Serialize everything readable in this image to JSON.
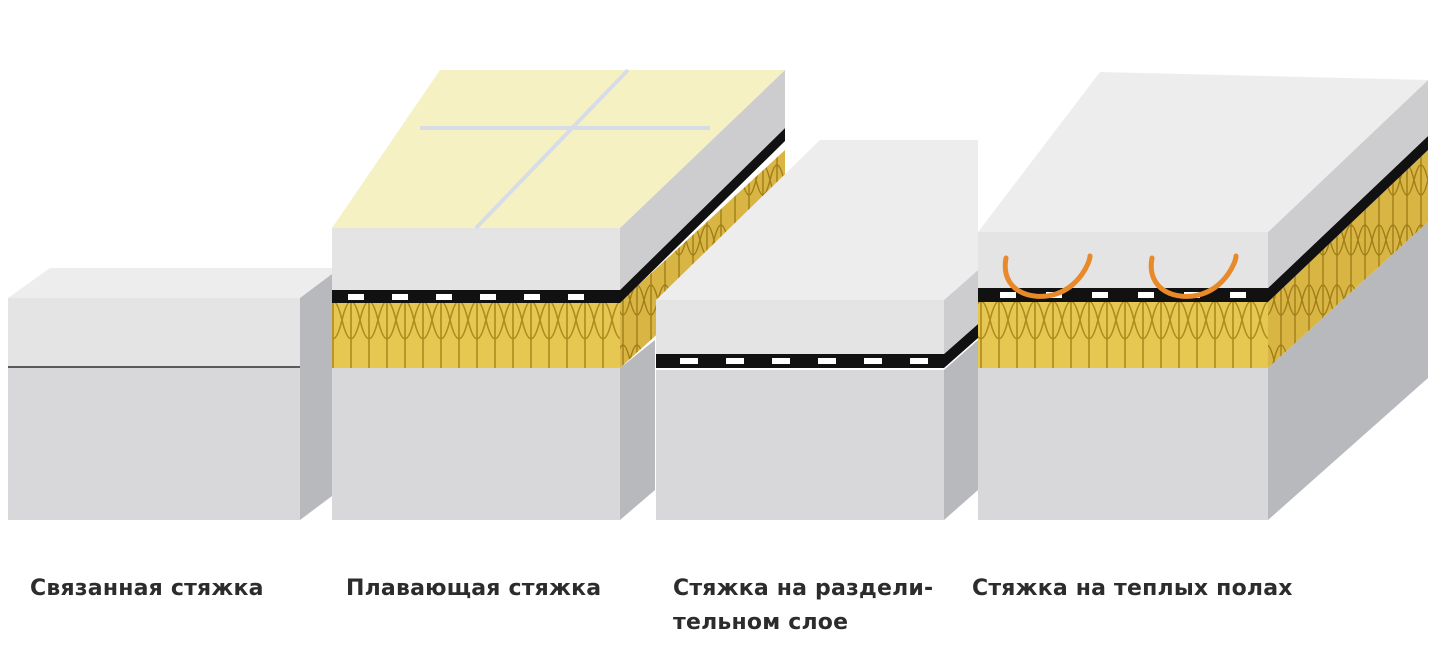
{
  "captions": {
    "bonded": "Связанная стяжка",
    "floating": "Плавающая стяжка",
    "separating_line1": "Стяжка на раздели-",
    "separating_line2": "тельном слое",
    "heated": "Стяжка на теплых полах"
  },
  "colors": {
    "background": "#ffffff",
    "concrete_top": "#ececed",
    "concrete_front": "#d7d7d9",
    "concrete_side": "#b5b6b9",
    "screed_front": "#e3e3e4",
    "insulation": "#e3c24a",
    "tile": "#f4efbf",
    "membrane": "#111111",
    "heating_pipe": "#e8892a",
    "caption_text": "#2c2c2c"
  },
  "icons": {
    "insulation": "mineral-wool-zigzag",
    "membrane": "dashed-separating-film",
    "heating": "heating-pipe-loop"
  }
}
